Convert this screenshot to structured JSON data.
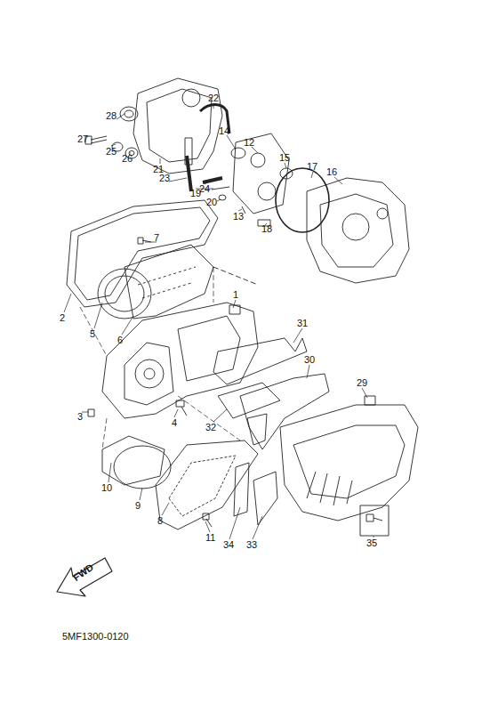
{
  "diagram": {
    "labels": [
      "1",
      "2",
      "3",
      "4",
      "5",
      "6",
      "7",
      "8",
      "9",
      "10",
      "11",
      "12",
      "13",
      "14",
      "15",
      "16",
      "17",
      "18",
      "19",
      "20",
      "21",
      "22",
      "23",
      "24",
      "25",
      "26",
      "27",
      "28",
      "29",
      "30",
      "31",
      "32",
      "33",
      "34",
      "35",
      "FWD",
      "5MF1300-0120"
    ]
  }
}
